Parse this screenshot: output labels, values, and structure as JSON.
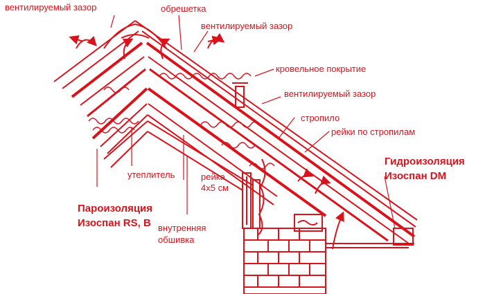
{
  "colors": {
    "ink": "#d8131c",
    "background": "#ffffff"
  },
  "labels": {
    "vent_gap_top_left": "вентилируемый зазор",
    "battens": "обрешетка",
    "vent_gap_top_right": "вентилируемый зазор",
    "roof_covering": "кровельное покрытие",
    "vent_gap_middle": "вентилируемый зазор",
    "rafter": "стропило",
    "rafter_strips": "рейки по стропилам",
    "waterproofing_line1": "Гидроизоляция",
    "waterproofing_line2": "Изоспан DM",
    "insulation": "утеплитель",
    "strip_line1": "рейка",
    "strip_line2": "4х5 см",
    "vapor_barrier_line1": "Пароизоляция",
    "vapor_barrier_line2": "Изоспан RS, B",
    "inner_lining_line1": "внутренняя",
    "inner_lining_line2": "обшивка"
  }
}
